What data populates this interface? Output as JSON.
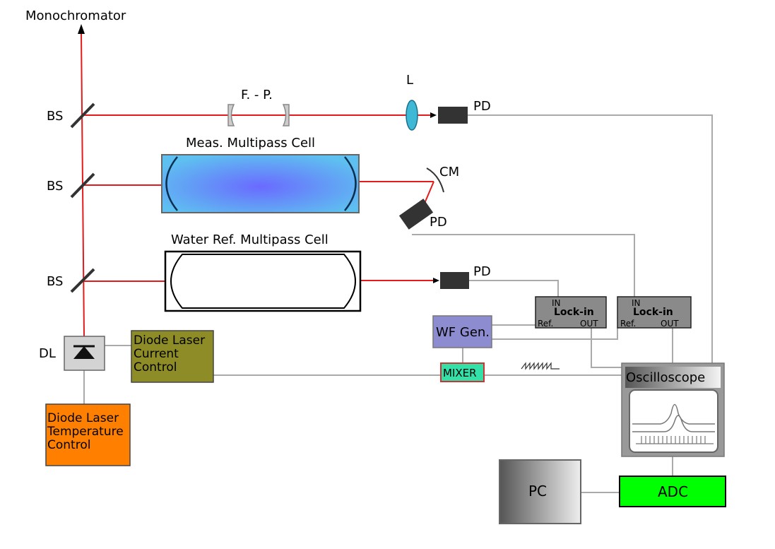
{
  "labels": {
    "monochromator": "Monochromator",
    "bs1": "BS",
    "bs2": "BS",
    "bs3": "BS",
    "fabry_perot": "F. - P.",
    "lens": "L",
    "pd1": "PD",
    "pd2": "PD",
    "pd3": "PD",
    "meas_cell": "Meas. Multipass Cell",
    "water_cell": "Water Ref. Multipass Cell",
    "cm": "CM",
    "dl": "DL"
  },
  "boxes": {
    "current_control": [
      "Diode Laser",
      "Current",
      "Control"
    ],
    "temperature_control": [
      "Diode Laser",
      "Temperature",
      "Control"
    ],
    "wf_gen": "WF Gen.",
    "mixer": "MIXER",
    "lockin1": {
      "title": "Lock-in",
      "in": "IN",
      "ref": "Ref.",
      "out": "OUT"
    },
    "lockin2": {
      "title": "Lock-in",
      "in": "IN",
      "ref": "Ref.",
      "out": "OUT"
    },
    "oscilloscope": "Oscilloscope",
    "pc": "PC",
    "adc": "ADC"
  },
  "colors": {
    "beam": "#e31b1b",
    "wire": "#aaaaaa",
    "current_control": "#8e8c26",
    "temperature_control": "#ff8000",
    "wf_gen": "#8e8cd0",
    "mixer": "#33e0a8",
    "lockin": "#8a8a8a",
    "adc": "#00ff00",
    "detector": "#333333",
    "lens": "#3fb8d6"
  }
}
